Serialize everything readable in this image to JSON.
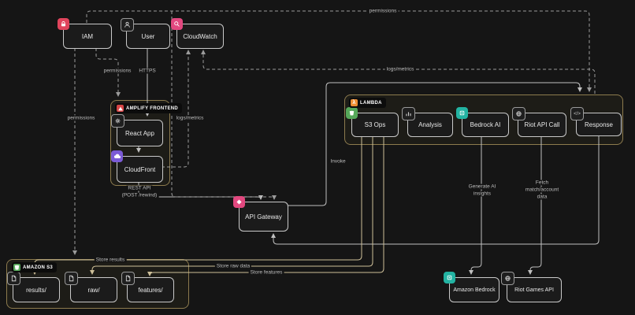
{
  "diagram": {
    "nodes": {
      "iam": {
        "label": "IAM"
      },
      "user": {
        "label": "User"
      },
      "cloudwatch": {
        "label": "CloudWatch"
      },
      "react_app": {
        "label": "React App"
      },
      "cloudfront": {
        "label": "CloudFront"
      },
      "api_gateway": {
        "label": "API Gateway"
      },
      "s3_ops": {
        "label": "S3 Ops"
      },
      "analysis": {
        "label": "Analysis"
      },
      "bedrock_ai": {
        "label": "Bedrock AI"
      },
      "riot_api_call": {
        "label": "Riot API Call"
      },
      "response": {
        "label": "Response"
      },
      "results": {
        "label": "results/"
      },
      "raw": {
        "label": "raw/"
      },
      "features": {
        "label": "features/"
      },
      "amazon_bedrock": {
        "label": "Amazon Bedrock"
      },
      "riot_games_api": {
        "label": "Riot Games API"
      }
    },
    "groups": {
      "amplify": {
        "label": "AMPLIFY FRONTEND"
      },
      "lambda": {
        "label": "LAMBDA"
      },
      "s3": {
        "label": "AMAZON S3"
      }
    },
    "edge_labels": {
      "permissions_top": "permissions",
      "logs_metrics_top": "logs/metrics",
      "https": "HTTPS",
      "permissions_user": "permissions",
      "permissions_left": "permissions",
      "logs_metrics_left": "logs/metrics",
      "invoke": "Invoke",
      "rest_api_1": "REST API",
      "rest_api_2": "(POST /rewind)",
      "generate_1": "Generate AI",
      "generate_2": "insights",
      "fetch_1": "Fetch",
      "fetch_2": "match/account",
      "fetch_3": "data",
      "store_results": "Store results",
      "store_raw": "Store raw data",
      "store_features": "Store features"
    },
    "icons": {
      "iam": {
        "glyph": "lock",
        "bg": "#e0445c"
      },
      "user": {
        "glyph": "person",
        "outline": true
      },
      "cloudwatch": {
        "glyph": "magnifier",
        "bg": "#e2487f"
      },
      "react": {
        "glyph": "gear",
        "outline": true
      },
      "cloudfront": {
        "glyph": "cloud",
        "bg": "#7b5bd6"
      },
      "apigw": {
        "glyph": "diamond",
        "bg": "#e2487f"
      },
      "s3ops": {
        "glyph": "bucket",
        "bg": "#56a85a"
      },
      "analysis": {
        "glyph": "chart",
        "outline": true
      },
      "bedrockai": {
        "glyph": "chip",
        "bg": "#23b3a2"
      },
      "riotcall": {
        "glyph": "globe",
        "outline": true
      },
      "response": {
        "glyph": "code",
        "outline": true
      },
      "bedrock": {
        "glyph": "chip",
        "bg": "#23b3a2"
      },
      "riotgames": {
        "glyph": "globe",
        "outline": true
      },
      "file": {
        "glyph": "file",
        "outline": true
      },
      "g_amplify": {
        "glyph": "triangle",
        "bg": "#d64545"
      },
      "g_lambda": {
        "glyph": "lambda",
        "bg": "#ef8e33"
      },
      "g_s3": {
        "glyph": "bucket",
        "bg": "#56a85a"
      }
    },
    "colors": {
      "background": "#151515",
      "node_border": "#c9c9c9",
      "group_border": "#8d7b4e",
      "edge_solid": "#c0c0c0",
      "edge_store": "#cdbf98",
      "edge_dashed": "#9b9b9b"
    }
  }
}
